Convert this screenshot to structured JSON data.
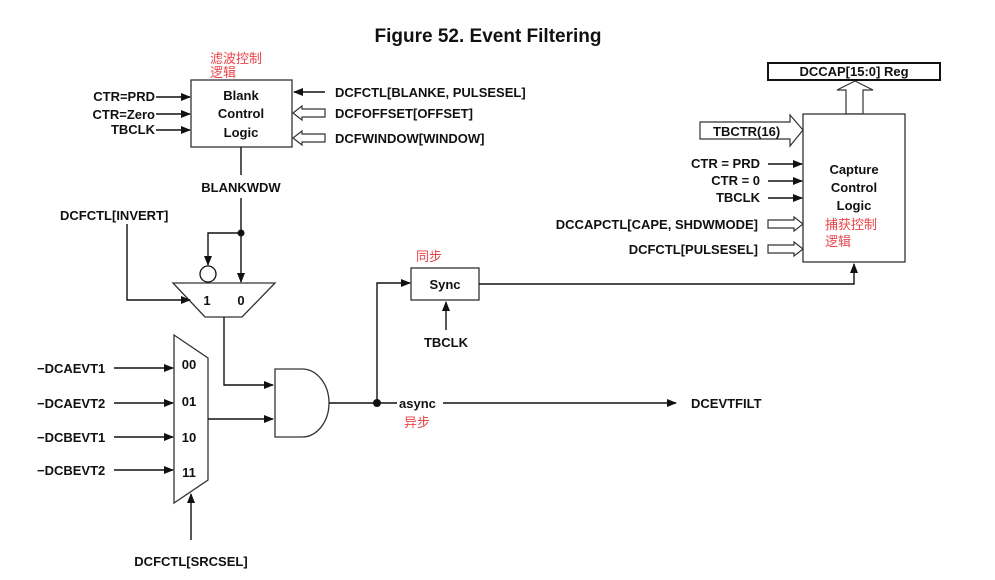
{
  "figure": {
    "title": "Figure 52. Event Filtering"
  },
  "blank_control": {
    "annotation_cn_line1": "滤波控制",
    "annotation_cn_line2": "逻辑",
    "box_line1": "Blank",
    "box_line2": "Control",
    "box_line3": "Logic",
    "inputs_left": [
      "CTR=PRD",
      "CTR=Zero",
      "TBCLK"
    ],
    "inputs_right": [
      "DCFCTL[BLANKE, PULSESEL]",
      "DCFOFFSET[OFFSET]",
      "DCFWINDOW[WINDOW]"
    ],
    "output": "BLANKWDW"
  },
  "invert_mux": {
    "control": "DCFCTL[INVERT]",
    "input_1": "1",
    "input_0": "0"
  },
  "source_mux": {
    "inputs": [
      "DCAEVT1",
      "DCAEVT2",
      "DCBEVT1",
      "DCBEVT2"
    ],
    "input_prefix": "−",
    "codes": [
      "00",
      "01",
      "10",
      "11"
    ],
    "control": "DCFCTL[SRCSEL]"
  },
  "async_path": {
    "label": "async",
    "label_cn": "异步",
    "output": "DCEVTFILT"
  },
  "sync": {
    "annotation_cn": "同步",
    "label": "Sync",
    "clock": "TBCLK"
  },
  "capture_control": {
    "register": "DCCAP[15:0] Reg",
    "counter_input": "TBCTR(16)",
    "inputs": [
      "CTR = PRD",
      "CTR = 0",
      "TBCLK"
    ],
    "bus_inputs": [
      "DCCAPCTL[CAPE, SHDWMODE]",
      "DCFCTL[PULSESEL]"
    ],
    "box_line1": "Capture",
    "box_line2": "Control",
    "box_line3": "Logic",
    "annotation_cn_line1": "捕获控制",
    "annotation_cn_line2": "逻辑"
  }
}
